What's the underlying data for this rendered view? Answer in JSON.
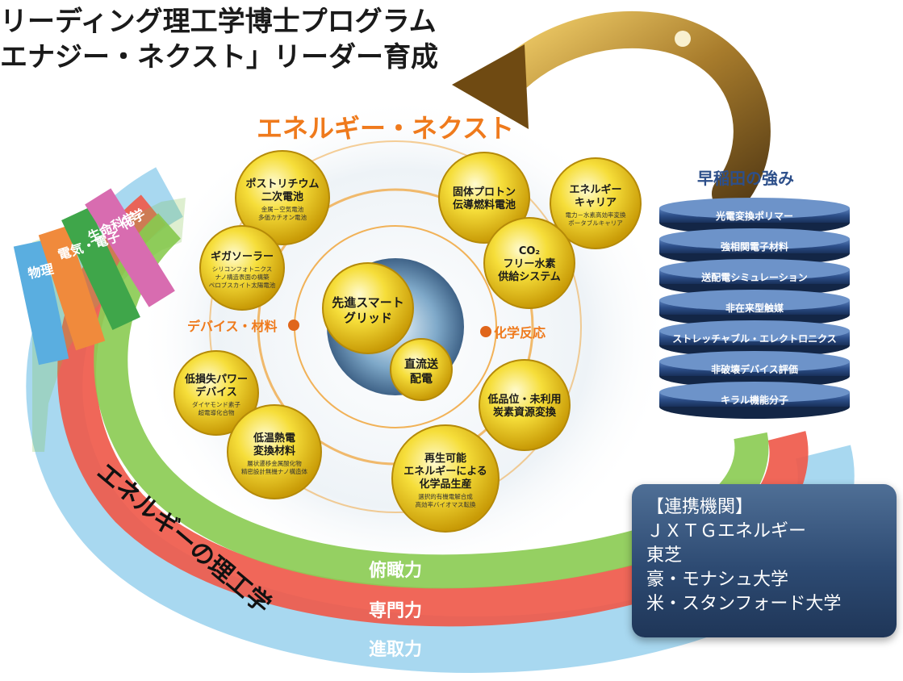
{
  "header": {
    "line1": "リーディング理工学博士プログラム",
    "line2": "エナジー・ネクスト」リーダー育成"
  },
  "center": {
    "title": "エネルギー・ネクスト",
    "left_label": "デバイス・材料",
    "right_label": "化学反応",
    "core1": [
      "先進スマート",
      "グリッド"
    ],
    "core2": [
      "直流送",
      "配電"
    ]
  },
  "bubbles": [
    {
      "title": [
        "ポストリチウム",
        "二次電池"
      ],
      "sub": [
        "金属－空気電池",
        "多価カチオン電池"
      ]
    },
    {
      "title": [
        "ギガソーラー"
      ],
      "sub": [
        "シリコンフォトニクス",
        "ナノ構造表面の構築",
        "ペロブスカイト太陽電池"
      ]
    },
    {
      "title": [
        "固体プロトン",
        "伝導燃料電池"
      ],
      "sub": []
    },
    {
      "title": [
        "エネルギー",
        "キャリア"
      ],
      "sub": [
        "電力－水素高効率変換",
        "ポータブルキャリア"
      ]
    },
    {
      "title": [
        "CO₂",
        "フリー水素",
        "供給システム"
      ],
      "sub": []
    },
    {
      "title": [
        "低損失パワー",
        "デバイス"
      ],
      "sub": [
        "ダイヤモンド素子",
        "超電導化合物"
      ]
    },
    {
      "title": [
        "低温熱電",
        "変換材料"
      ],
      "sub": [
        "層状遷移金属酸化物",
        "精密設計無機ナノ構造体"
      ]
    },
    {
      "title": [
        "低品位・未利用",
        "炭素資源変換"
      ],
      "sub": []
    },
    {
      "title": [
        "再生可能",
        "エネルギーによる",
        "化学品生産"
      ],
      "sub": [
        "選択的有機電解合成",
        "高効率バイオマス転換"
      ]
    }
  ],
  "strengths": {
    "title": "早稲田の強み",
    "items": [
      "光電変換ポリマー",
      "強相関電子材料",
      "送配電シミュレーション",
      "非在来型触媒",
      "ストレッチャブル・エレクトロニクス",
      "非破壊デバイス評価",
      "キラル機能分子"
    ]
  },
  "disciplines": [
    "化学",
    "生命科学",
    "電気・電子",
    "物理"
  ],
  "arc_label": "エネルギーの理工学",
  "abilities": [
    "俯瞰力",
    "専門力",
    "進取力"
  ],
  "partners": {
    "title": "【連携機関】",
    "items": [
      "ＪＸＴＧエネルギー",
      "東芝",
      "豪・モナシュ大学",
      "米・スタンフォード大学"
    ]
  },
  "colors": {
    "accent_orange": "#ef7a1c",
    "bubble_yellow": "#f4d21a",
    "strength_blue": "#2d4f8a",
    "partner_box": "#2d4a72",
    "ability_green": "#7bbf45",
    "ability_red": "#e8453a",
    "ability_blue": "#3a9ad6"
  },
  "icons": [
    "curved-arrow-icon",
    "spark-icon"
  ]
}
